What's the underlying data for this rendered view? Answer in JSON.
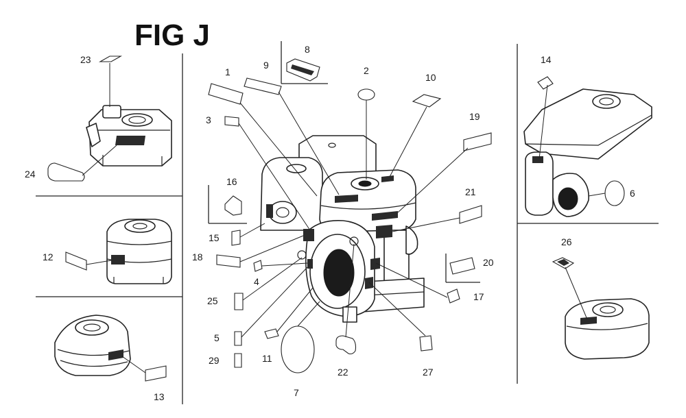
{
  "figure": {
    "title": "FIG J",
    "callouts": [
      "1",
      "2",
      "3",
      "4",
      "5",
      "6",
      "7",
      "8",
      "9",
      "10",
      "11",
      "12",
      "13",
      "14",
      "15",
      "16",
      "17",
      "18",
      "19",
      "20",
      "21",
      "22",
      "23",
      "24",
      "25",
      "26",
      "27",
      "29"
    ]
  }
}
